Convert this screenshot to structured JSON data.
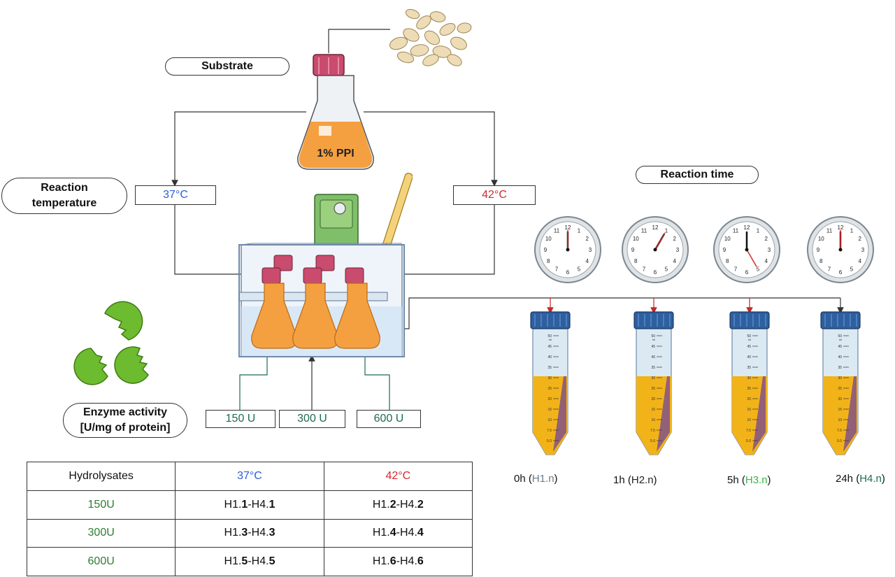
{
  "labels": {
    "substrate": "Substrate",
    "reaction_temperature_line1": "Reaction",
    "reaction_temperature_line2": "temperature",
    "reaction_time": "Reaction time",
    "enzyme_activity_line1": "Enzyme activity",
    "enzyme_activity_line2": "[U/mg of protein]",
    "flask": "1% PPI"
  },
  "temperatures": [
    {
      "label": "37°C",
      "color": "#2b5fd9"
    },
    {
      "label": "42°C",
      "color": "#d42a2a"
    }
  ],
  "enzyme_units": [
    "150 U",
    "300 U",
    "600 U"
  ],
  "times": [
    {
      "time": "0h",
      "code": "H1.n",
      "code_color": "#6b7b8c"
    },
    {
      "time": "1h",
      "code": "H2.n",
      "code_color": "#222222"
    },
    {
      "time": "5h",
      "code": "H3.n",
      "code_color": "#39b54a"
    },
    {
      "time": "24h",
      "code": "H4.n",
      "code_color": "#1e6b4f"
    }
  ],
  "table": {
    "header": {
      "col0": "Hydrolysates",
      "col1": "37°C",
      "col2": "42°C"
    },
    "rows": [
      {
        "label": "150U",
        "c1_pre": "H1.",
        "c1_b1": "1",
        "c1_mid": "-H4.",
        "c1_b2": "1",
        "c2_pre": "H1.",
        "c2_b1": "2",
        "c2_mid": "-H4.",
        "c2_b2": "2"
      },
      {
        "label": "300U",
        "c1_pre": "H1.",
        "c1_b1": "3",
        "c1_mid": "-H4.",
        "c1_b2": "3",
        "c2_pre": "H1.",
        "c2_b1": "4",
        "c2_mid": "-H4.",
        "c2_b2": "4"
      },
      {
        "label": "600U",
        "c1_pre": "H1.",
        "c1_b1": "5",
        "c1_mid": "-H4.",
        "c1_b2": "5",
        "c2_pre": "H1.",
        "c2_b1": "6",
        "c2_mid": "-H4.",
        "c2_b2": "6"
      }
    ]
  },
  "tube_scale": [
    "50",
    "45",
    "40",
    "35",
    "30",
    "25",
    "20",
    "15",
    "10",
    "7.5",
    "5.0"
  ],
  "tube_unit": "ml",
  "colors": {
    "unit_green": "#1e6b4f",
    "row_green": "#2e7d32",
    "enzyme_green": "#6dbb2e",
    "orange": "#f5a040",
    "tube_fill": "#f2b319",
    "tube_cap": "#2e5f9e",
    "flask_cap": "#c94b6d"
  }
}
